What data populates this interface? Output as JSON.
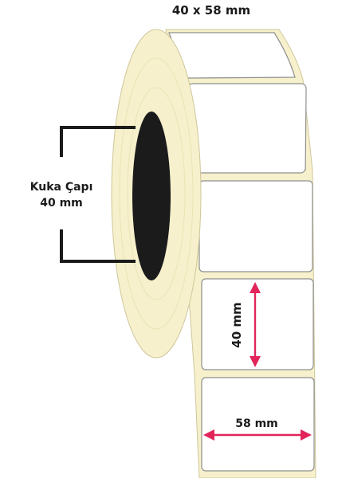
{
  "title": "40 x 58 mm",
  "core": {
    "line1": "Kuka Çapı",
    "line2": "40 mm"
  },
  "dimensions": {
    "height_label": "40 mm",
    "width_label": "58 mm"
  },
  "colors": {
    "core_fill": "#ffffff",
    "roll_face": "#f6f0cc",
    "roll_outline": "#cfc79a",
    "hole": "#1b1b1b",
    "label_fill": "#ffffff",
    "label_outline": "#8f8f8f",
    "arrow": "#e2245a",
    "bracket": "#1b1b1b",
    "text": "#1b1b1b"
  }
}
